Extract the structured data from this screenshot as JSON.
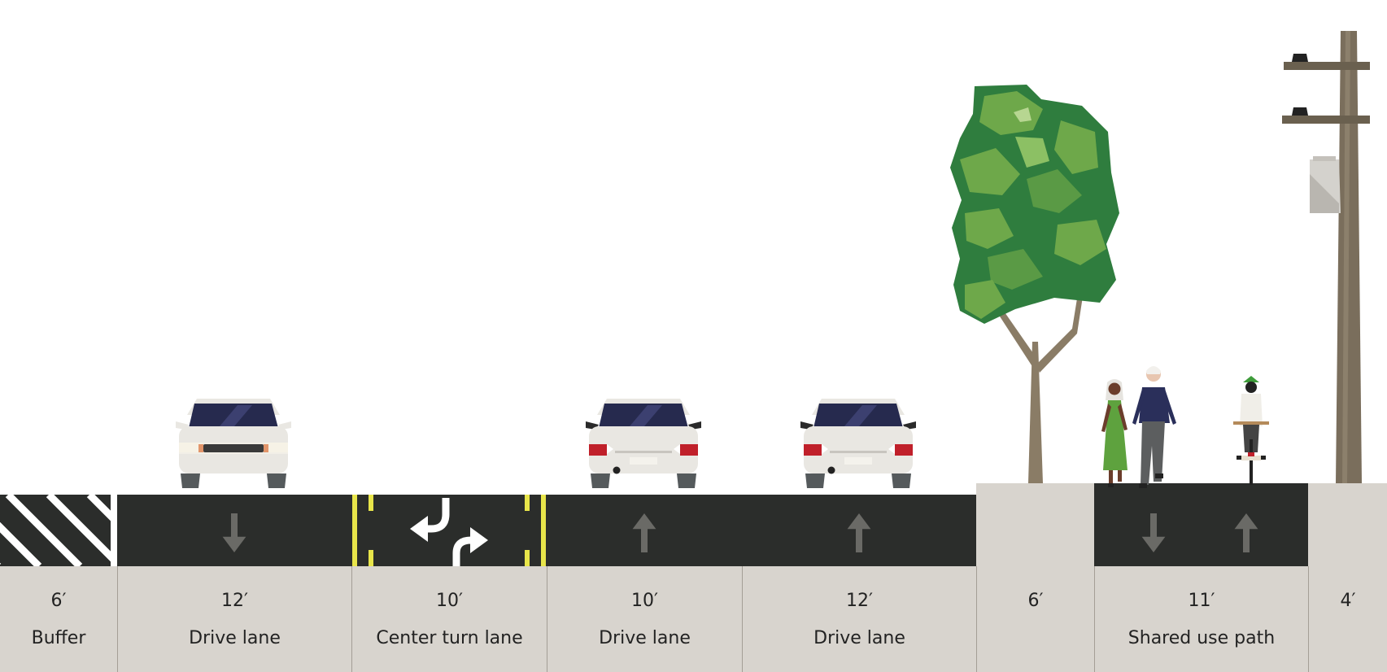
{
  "segments": [
    {
      "id": "buffer",
      "width_label": "6′",
      "name": "Buffer"
    },
    {
      "id": "drive1",
      "width_label": "12′",
      "name": "Drive lane"
    },
    {
      "id": "center",
      "width_label": "10′",
      "name": "Center turn lane"
    },
    {
      "id": "drive2",
      "width_label": "10′",
      "name": "Drive lane"
    },
    {
      "id": "drive3",
      "width_label": "12′",
      "name": "Drive lane"
    },
    {
      "id": "verge",
      "width_label": "6′",
      "name": ""
    },
    {
      "id": "path",
      "width_label": "11′",
      "name": "Shared use path"
    },
    {
      "id": "edge",
      "width_label": "4′",
      "name": ""
    }
  ],
  "colors": {
    "asphalt": "#2b2d2b",
    "sidewalk": "#d8d4ce",
    "lane_yellow": "#e8e54a",
    "arrow_gray": "#6a6a66",
    "tree_dark": "#2f7d3e",
    "tree_light": "#6ea84a",
    "trunk": "#8a7c66",
    "pole": "#7a6e5c",
    "car_body": "#e9e7e2",
    "car_glass": "#262a4e",
    "taillight": "#c0202a"
  },
  "icons": {
    "lane_arrow_down": "arrow-down-icon",
    "lane_arrow_up": "arrow-up-icon",
    "turn_arrows": "turn-arrows-icon"
  }
}
